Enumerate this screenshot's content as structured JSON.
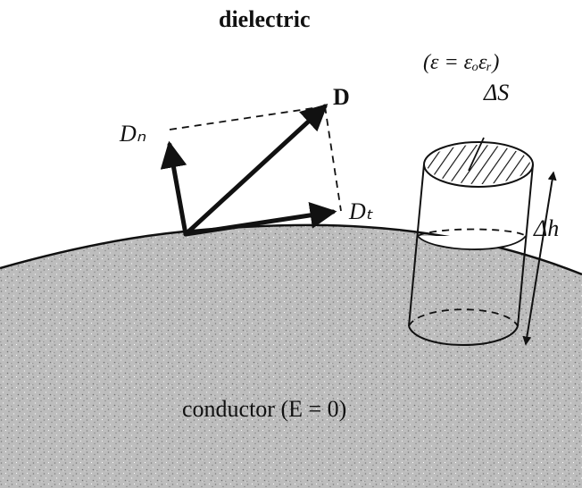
{
  "labels": {
    "dielectric": "dielectric",
    "permittivity": "(ε = εₒεᵣ)",
    "vector_d": "D",
    "dn": "Dₙ",
    "dt": "Dₜ",
    "delta_s": "ΔS",
    "delta_h": "Δh",
    "conductor": "conductor (E = 0)"
  },
  "colors": {
    "ink": "#111111",
    "conductor_fill": "#b8b8b8",
    "conductor_dark": "#777777",
    "paper": "#ffffff"
  }
}
